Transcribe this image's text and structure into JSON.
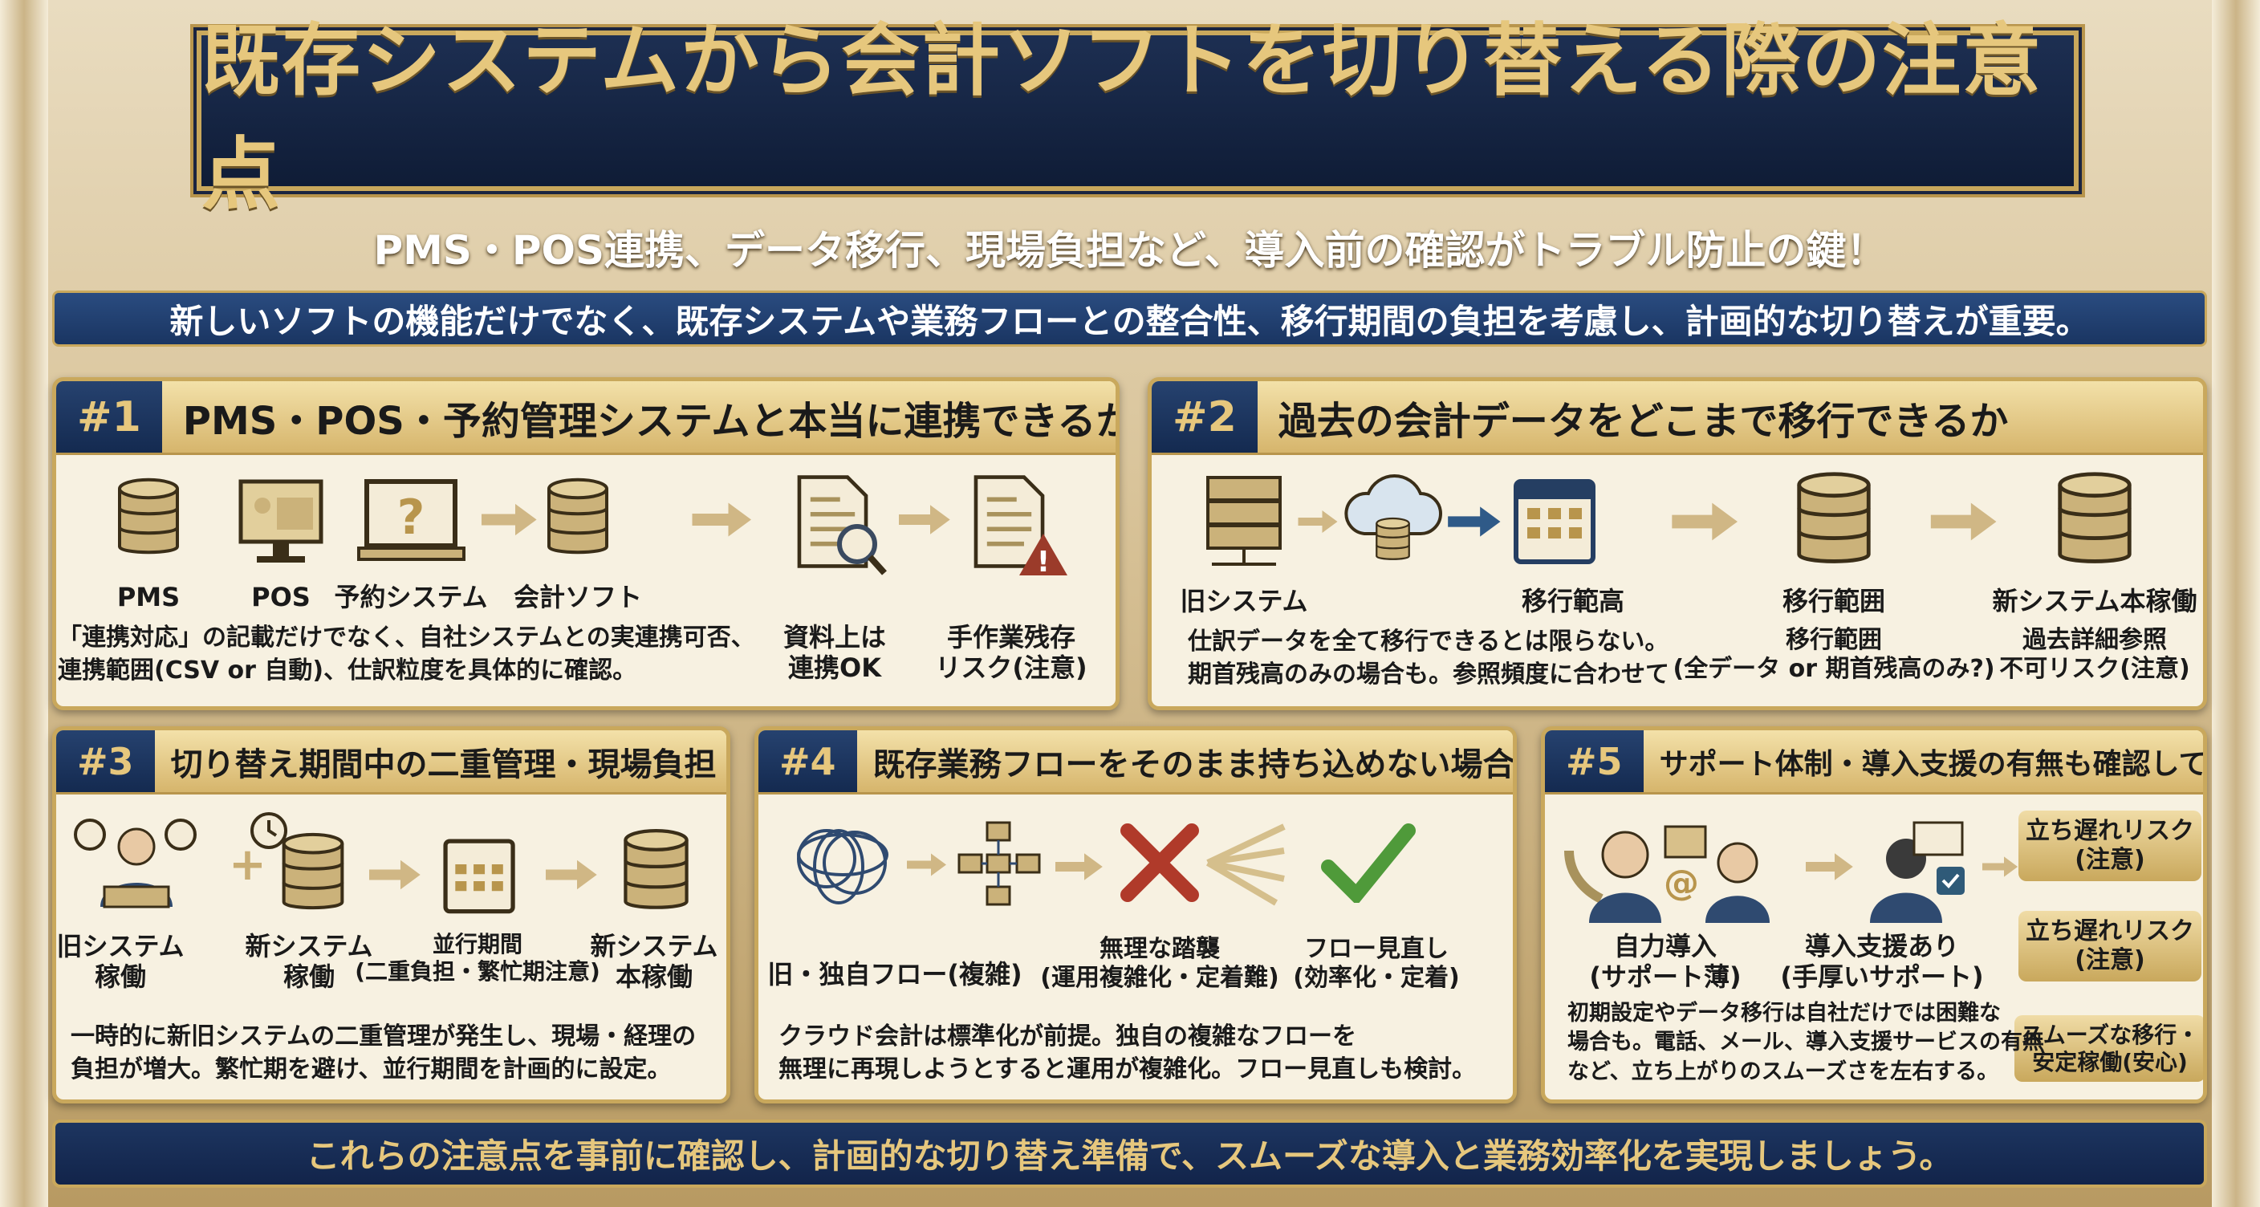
{
  "title": "既存システムから会計ソフトを切り替える際の注意点",
  "subtitle": "PMS・POS連携、データ移行、現場負担など、導入前の確認がトラブル防止の鍵！",
  "band": "新しいソフトの機能だけでなく、既存システムや業務フローとの整合性、移行期間の負担を考慮し、計画的な切り替えが重要。",
  "colors": {
    "navy": "#1a2f55",
    "gold": "#c9a85c",
    "cream": "#f7f1e1"
  },
  "cards": [
    {
      "num": "#1",
      "title": "PMS・POS・予約管理システムと本当に連携できるか",
      "labels": [
        "PMS",
        "POS",
        "予約システム",
        "会計ソフト"
      ],
      "doc1": "資料上は\n連携OK",
      "doc2": "手作業残存\nリスク(注意)",
      "desc": "「連携対応」の記載だけでなく、自社システムとの実連携可否、\n連携範囲(CSV or 自動)、仕訳粒度を具体的に確認。"
    },
    {
      "num": "#2",
      "title": "過去の会計データをどこまで移行できるか",
      "labels": [
        "旧システム",
        "移行範高",
        "移行範囲",
        "新システム本稼働"
      ],
      "desc": "仕訳データを全て移行できるとは限らない。\n期首残高のみの場合も。参照頻度に合わせて",
      "sub1": "移行範囲\n(全データ or 期首残高のみ?)",
      "sub2": "過去詳細参照\n不可リスク(注意)"
    },
    {
      "num": "#3",
      "title": "切り替え期間中の二重管理・現場負担",
      "labels": [
        "旧システム\n稼働",
        "新システム\n稼働",
        "並行期間\n(二重負担・繁忙期注意)",
        "新システム\n本稼働"
      ],
      "desc": "一時的に新旧システムの二重管理が発生し、現場・経理の\n負担が増大。繁忙期を避け、並行期間を計画的に設定。"
    },
    {
      "num": "#4",
      "title": "既存業務フローをそのまま持ち込めない場合がある",
      "labels": [
        "旧・独自フロー(複雑)",
        "無理な踏襲\n(運用複雑化・定着難)",
        "フロー見直し\n(効率化・定着)"
      ],
      "desc": "クラウド会計は標準化が前提。独自の複雑なフローを\n無理に再現しようとすると運用が複雑化。フロー見直しも検討。"
    },
    {
      "num": "#5",
      "title": "サポート体制・導入支援の有無も確認しておく",
      "labels": [
        "自力導入\n(サポート薄)",
        "導入支援あり\n(手厚いサポート)"
      ],
      "risks": [
        "立ち遅れリスク\n(注意)",
        "立ち遅れリスク\n(注意)",
        "スムーズな移行・\n安定稼働(安心)"
      ],
      "desc": "初期設定やデータ移行は自社だけでは困難な\n場合も。電話、メール、導入支援サービスの有無\nなど、立ち上がりのスムーズさを左右する。"
    }
  ],
  "footer": "これらの注意点を事前に確認し、計画的な切り替え準備で、スムーズな導入と業務効率化を実現しましょう。"
}
